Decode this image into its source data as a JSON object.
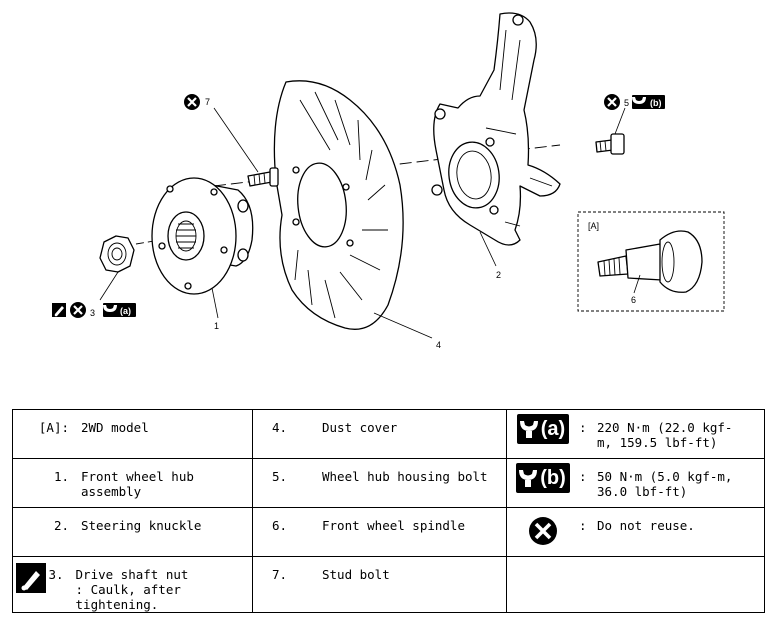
{
  "figure": {
    "callouts": {
      "c1": "1",
      "c2": "2",
      "c3": "3",
      "c4": "4",
      "c5": "5",
      "c6": "6",
      "c7": "7",
      "inset": "[A]",
      "torque_a": "(a)",
      "torque_b": "(b)"
    }
  },
  "legend": {
    "rows": [
      [
        {
          "num": "[A]:",
          "text": "2WD model"
        },
        {
          "num": "4.",
          "text": "Dust cover"
        },
        {
          "icon": "torque-a",
          "icon_label": "(a)",
          "text": ":",
          "desc": "220 N·m (22.0 kgf-m, 159.5 lbf-ft)"
        }
      ],
      [
        {
          "num": "1.",
          "text": "Front wheel hub assembly"
        },
        {
          "num": "5.",
          "text": "Wheel hub housing bolt"
        },
        {
          "icon": "torque-b",
          "icon_label": "(b)",
          "text": ":",
          "desc": "50 N·m (5.0 kgf-m, 36.0 lbf-ft)"
        }
      ],
      [
        {
          "num": "2.",
          "text": "Steering knuckle"
        },
        {
          "num": "6.",
          "text": "Front wheel spindle"
        },
        {
          "icon": "do-not-reuse",
          "text": ":",
          "desc": "Do not reuse."
        }
      ],
      [
        {
          "num": "3.",
          "text": "Drive shaft nut",
          "sub": ": Caulk, after tightening."
        },
        {
          "num": "7.",
          "text": "Stud bolt"
        },
        {
          "text": ""
        }
      ]
    ]
  }
}
